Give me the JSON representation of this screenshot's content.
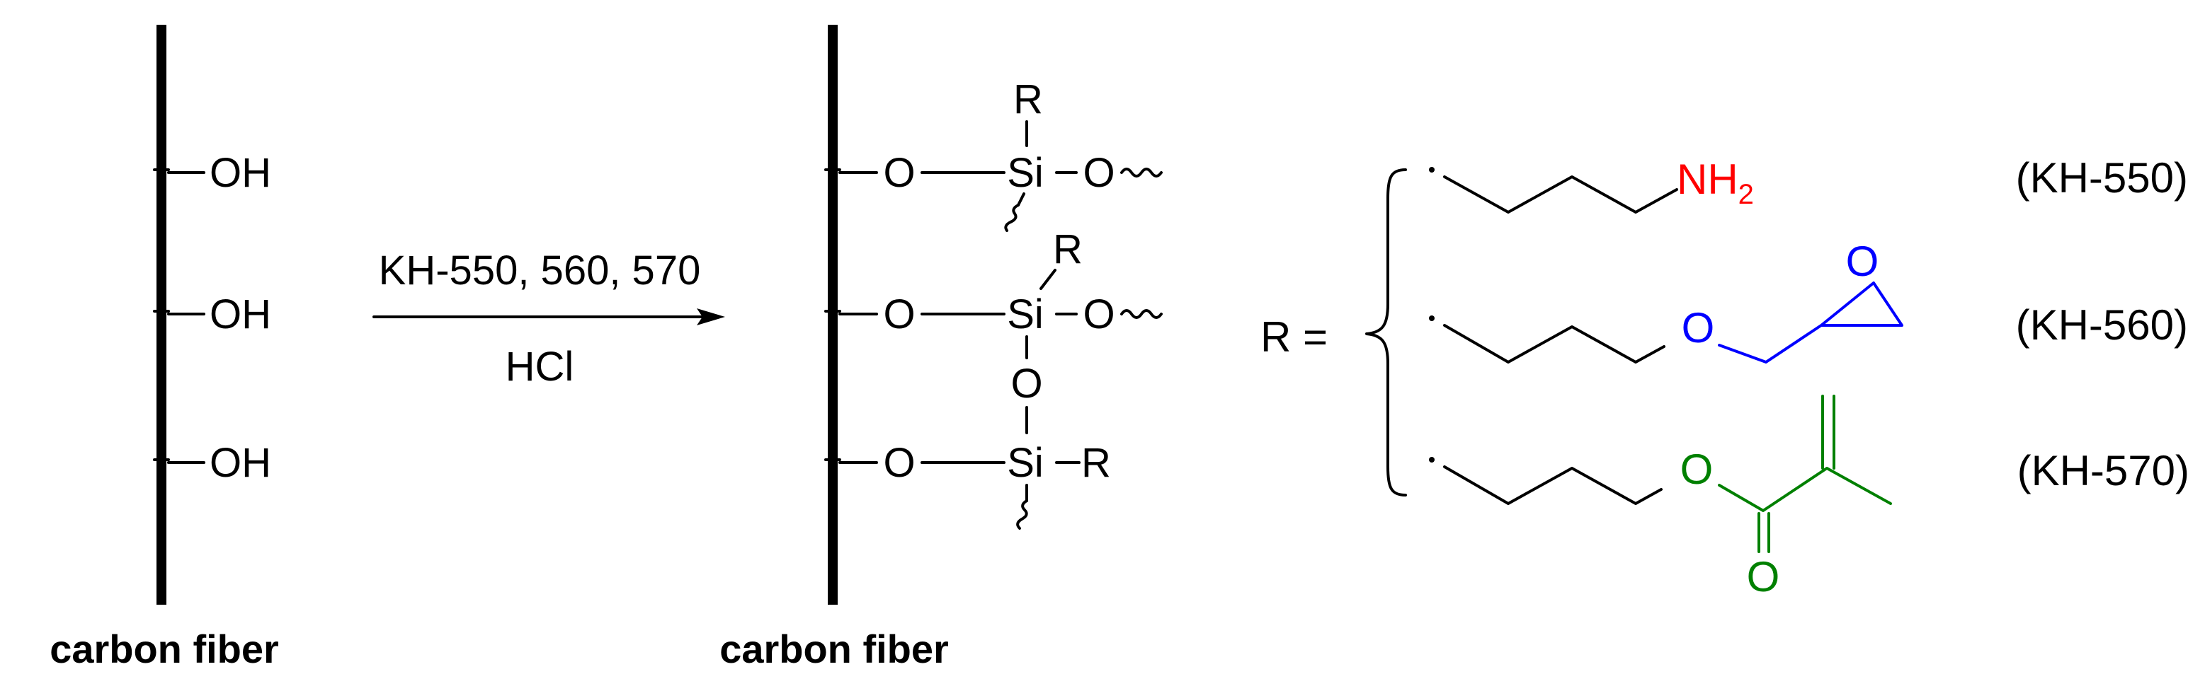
{
  "left": {
    "groups": [
      "OH",
      "OH",
      "OH"
    ],
    "caption": "carbon fiber"
  },
  "arrow": {
    "reagents": "KH-550, 560, 570",
    "catalyst": "HCl"
  },
  "product": {
    "atoms": {
      "o": "O",
      "si": "Si",
      "r": "R"
    },
    "caption": "carbon fiber"
  },
  "definition": {
    "r_eq": "R =",
    "amine": {
      "text": "NH",
      "sub": "2"
    },
    "ether_o": "O",
    "epoxide_o": "O",
    "ester_o": "O",
    "carbonyl_o": "O",
    "labels": [
      "(KH-550)",
      "(KH-560)",
      "(KH-570)"
    ]
  },
  "colors": {
    "amine": "#ff0000",
    "epoxy": "#0000ff",
    "methacrylate": "#008000",
    "bond": "#000000"
  }
}
